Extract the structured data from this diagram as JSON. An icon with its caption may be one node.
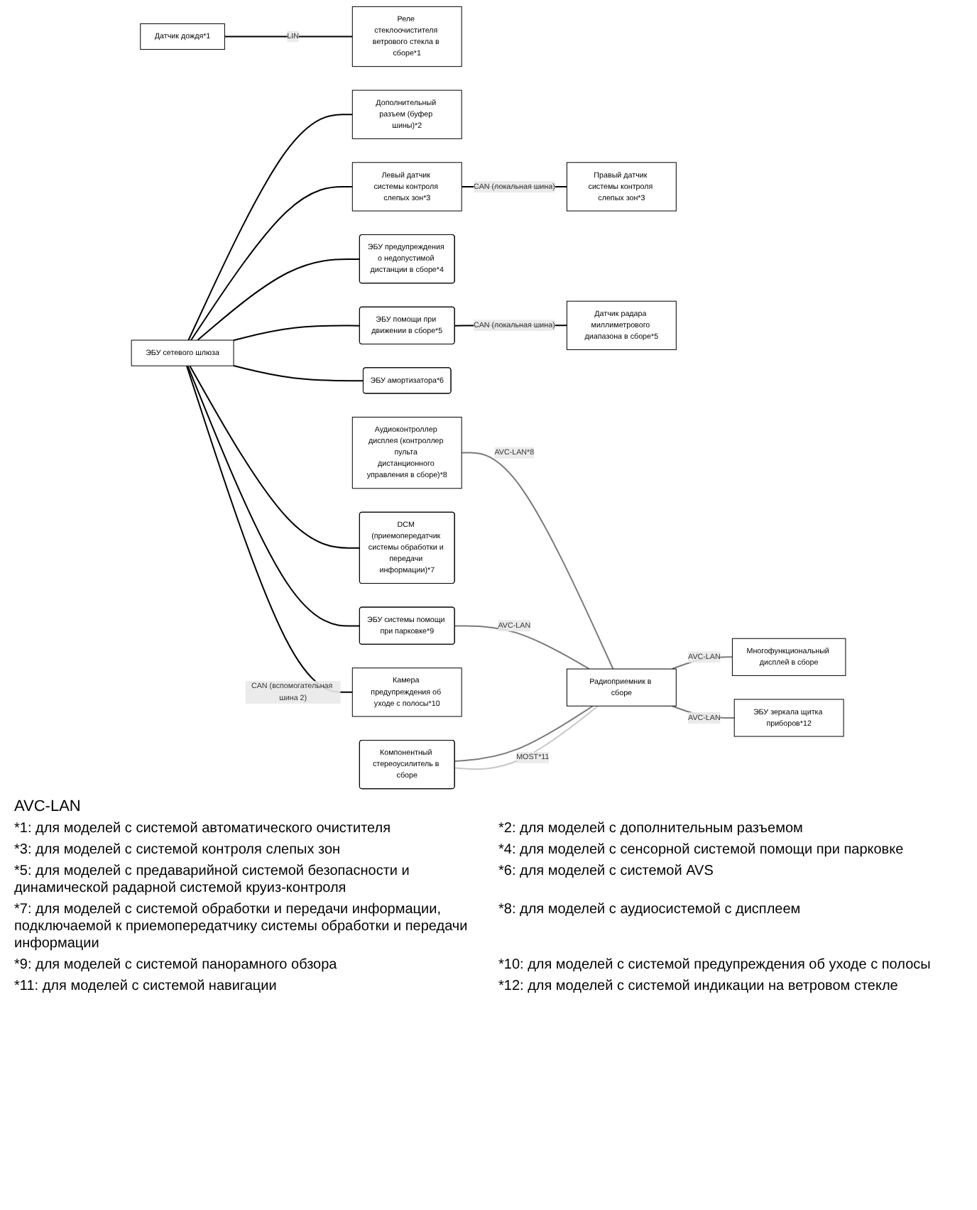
{
  "diagram": {
    "nodes": [
      {
        "text": [
          "Датчик дождя*1"
        ]
      },
      {
        "text": [
          "Реле стеклоочистителя ветрового стекла в сборе*1"
        ]
      },
      {
        "text": [
          "ЭБУ сетевого шлюза"
        ]
      },
      {
        "text": [
          "Дополнительный разъем (буфер шины)*2"
        ]
      },
      {
        "text": [
          "Левый датчик системы контроля слепых зон*3"
        ]
      },
      {
        "text": [
          "Правый датчик системы контроля слепых зон*3"
        ]
      },
      {
        "text": [
          "ЭБУ предупреждения о недопустимой дистанции в сборе*4"
        ]
      },
      {
        "text": [
          "ЭБУ помощи при движении в сборе*5"
        ]
      },
      {
        "text": [
          "ЭБУ амортизатора*6"
        ]
      },
      {
        "text": [
          "Датчик радара миллиметрового диапазона в сборе*5"
        ]
      },
      {
        "text": [
          "Аудиоконтроллер дисплея (контроллер пульта дистанционного управления в сборе)*8"
        ]
      },
      {
        "text": [
          "DCM (приемопередатчик системы обработки и передачи информации)*7"
        ]
      },
      {
        "text": [
          "ЭБУ системы помощи при парковке*9"
        ]
      },
      {
        "text": [
          "Камера предупреждения об уходе с полосы*10"
        ]
      },
      {
        "text": [
          "Радиоприемник в сборе"
        ]
      },
      {
        "text": [
          "Многофункциональный дисплей в сборе"
        ]
      },
      {
        "text": [
          "Компонентный стереоусилитель в сборе"
        ]
      },
      {
        "text": [
          "ЭБУ зеркала щитка приборов*12"
        ]
      }
    ],
    "edges": [
      {
        "from": 0,
        "to": 1,
        "arrow": "none",
        "label": "LIN"
      },
      {
        "from": 2,
        "to": 3,
        "arrow": "none"
      },
      {
        "from": 2,
        "to": 4,
        "arrow": "none"
      },
      {
        "from": 4,
        "to": 5,
        "arrow": "none",
        "label": "CAN (локальная шина)"
      },
      {
        "from": 2,
        "to": 6,
        "arrow": "none"
      },
      {
        "from": 2,
        "to": 7,
        "arrow": "none"
      },
      {
        "from": 2,
        "to": 8,
        "arrow": "none"
      },
      {
        "from": 7,
        "to": 9,
        "arrow": "none",
        "label": "CAN (локальная шина)"
      },
      {
        "from": 2,
        "to": 11,
        "arrow": "none"
      },
      {
        "from": 2,
        "to": 12,
        "arrow": "none"
      },
      {
        "from": 2,
        "to": 13,
        "arrow": "none",
        "label": "CAN (вспомогательная шина 2)"
      },
      {
        "from": 10,
        "to": 14,
        "arrow": "none",
        "label": "AVC-LAN*8",
        "color": "#7a7a7a"
      },
      {
        "from": 12,
        "to": 14,
        "arrow": "none",
        "label": "AVC-LAN",
        "color": "#7a7a7a"
      },
      {
        "from": 14,
        "to": 15,
        "arrow": "none",
        "label": "AVC-LAN",
        "color": "#7a7a7a"
      },
      {
        "from": 16,
        "to": 14,
        "arrow": "none",
        "color": "#7a7a7a"
      },
      {
        "from": 16,
        "to": 14,
        "arrow": "none",
        "label": "MOST*11",
        "color": "#c8c8c8"
      },
      {
        "from": 14,
        "to": 17,
        "arrow": "none",
        "label": "AVC-LAN",
        "color": "#7a7a7a"
      }
    ],
    "labels": [
      "AVC-LAN",
      "*1: для моделей с системой автоматического очистителя",
      "*2: для моделей с дополнительным разъемом",
      "*3: для моделей с системой контроля слепых зон",
      "*4: для моделей с сенсорной системой помощи при парковке",
      "*5: для моделей с предаварийной системой безопасности и динамической радарной системой круиз-контроля",
      "*6: для моделей с системой AVS",
      "*7: для моделей с системой обработки и передачи информации, подключаемой к приемопередатчику системы обработки и передачи информации",
      "*8: для моделей с аудиосистемой с дисплеем",
      "*9: для моделей с системой панорамного обзора",
      "*10: для моделей с системой предупреждения об уходе с полосы",
      "*11: для моделей с системой навигации",
      "*12: для моделей с системой индикации на ветровом стекле"
    ]
  }
}
